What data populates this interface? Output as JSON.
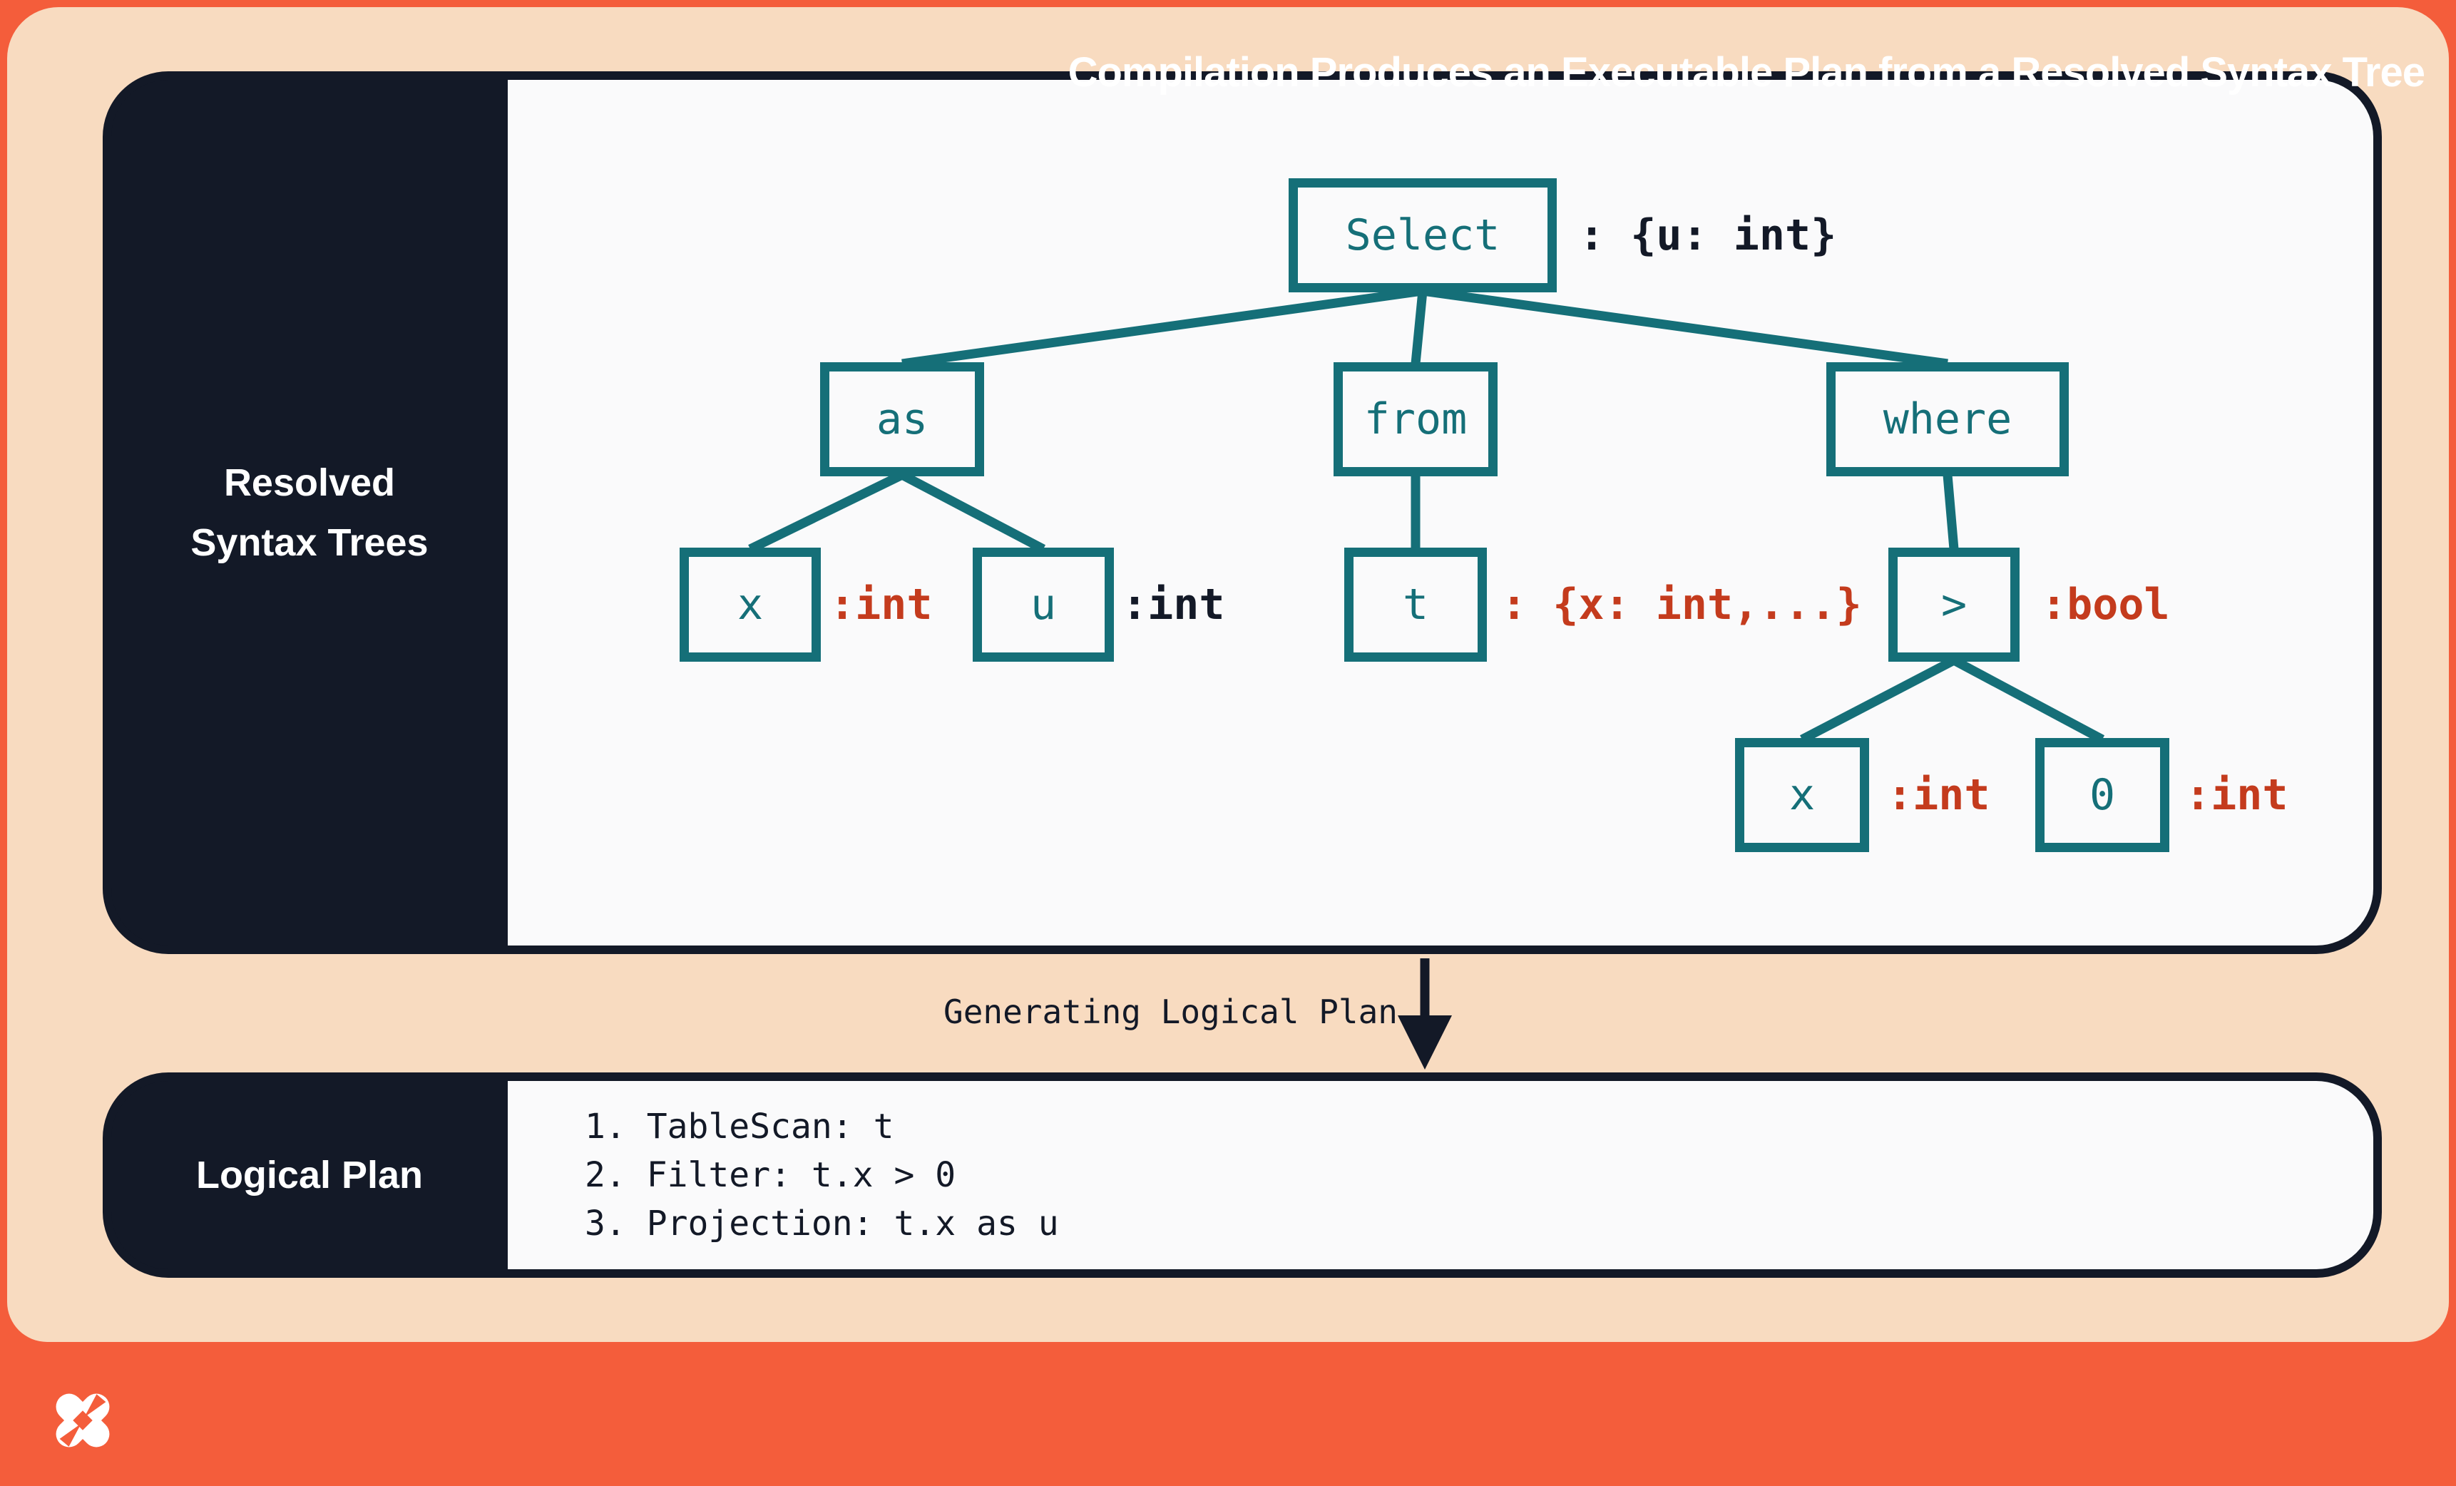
{
  "colors": {
    "frame_orange": "#F45D3B",
    "background_peach": "#F8DBC0",
    "dark_navy": "#131927",
    "node_teal": "#156F78",
    "type_red": "#C43B1D",
    "panel_white": "#FAFAFB"
  },
  "rst_panel": {
    "title_line1": "Resolved",
    "title_line2": "Syntax Trees"
  },
  "tree": {
    "root": {
      "label": "Select",
      "type": ": {u: int}"
    },
    "nodes": {
      "as": {
        "label": "as"
      },
      "from": {
        "label": "from"
      },
      "where": {
        "label": "where"
      },
      "x1": {
        "label": "x",
        "type": ":int"
      },
      "u": {
        "label": "u",
        "type": ":int"
      },
      "t": {
        "label": "t",
        "type": ": {x: int,...}"
      },
      "gt": {
        "label": ">",
        "type": ":bool"
      },
      "x2": {
        "label": "x",
        "type": ":int"
      },
      "zero": {
        "label": "0",
        "type": ":int"
      }
    }
  },
  "transition": {
    "label": "Generating Logical Plan"
  },
  "logical_plan": {
    "title": "Logical Plan",
    "steps": [
      "1. TableScan: t",
      "2. Filter: t.x > 0",
      "3. Projection: t.x as u"
    ]
  },
  "footer": {
    "logo": "dbt-logo",
    "title": "Compilation Produces an Executable Plan from a Resolved Syntax Tree"
  }
}
